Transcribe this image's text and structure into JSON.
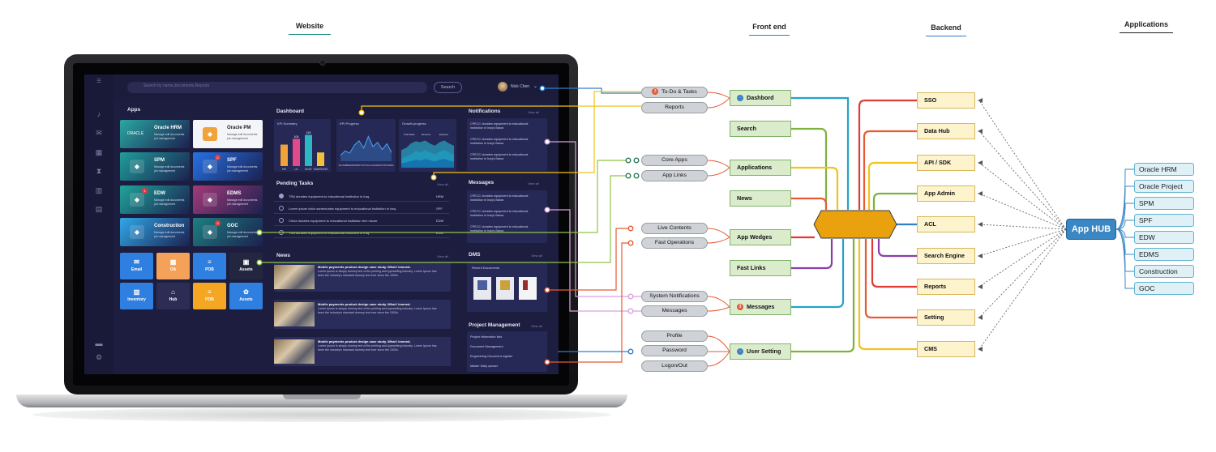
{
  "headers": {
    "website": "Website",
    "frontend": "Front end",
    "backend": "Backend",
    "applications": "Applications"
  },
  "colors": {
    "green": "#8fc34b",
    "yellow": "#f2c318",
    "orange": "#e85a33",
    "red": "#e03a35",
    "blue": "#2e7fc7",
    "purple": "#8a3fa8",
    "pink": "#d9a1e0",
    "cyan": "#27a3c7",
    "hub": "#3a87c4"
  },
  "screen": {
    "search_placeholder": "Search by name,documents,Reports",
    "search_button": "Search",
    "user_name": "Nick Chen",
    "apps_title": "Apps",
    "apps": [
      {
        "name": "Oracle HRM",
        "logo_text": "ORACLE",
        "desc": "Manage edit documents job management",
        "color": "#2aa7a1",
        "badge": ""
      },
      {
        "name": "Oracle PM",
        "logo_text": "",
        "desc": "Manage edit documents job management",
        "color": "#e7e8ee",
        "badge": ""
      },
      {
        "name": "SPM",
        "logo_text": "",
        "desc": "Manage edit documents job management",
        "color": "#1f9e9a",
        "badge": ""
      },
      {
        "name": "SPF",
        "logo_text": "",
        "desc": "Manage edit documents job management",
        "color": "#2572e6",
        "badge": "2"
      },
      {
        "name": "EDW",
        "logo_text": "",
        "desc": "Manage edit documents job management",
        "color": "#1fa49a",
        "badge": "1"
      },
      {
        "name": "EDMS",
        "logo_text": "",
        "desc": "Manage edit documents job management",
        "color": "#a43a7a",
        "badge": ""
      },
      {
        "name": "Construction",
        "logo_text": "",
        "desc": "Manage edit documents job management",
        "color": "#2fa8e8",
        "badge": ""
      },
      {
        "name": "GOC",
        "logo_text": "",
        "desc": "Manage edit documents job management",
        "color": "#1d7f80",
        "badge": "3"
      }
    ],
    "squares": [
      {
        "label": "Email",
        "color": "#2f7fe0"
      },
      {
        "label": "OA",
        "color": "#f4a25a"
      },
      {
        "label": "POB",
        "color": "#2f7fe0"
      },
      {
        "label": "Assets",
        "color": "#23263f"
      },
      {
        "label": "Inventory",
        "color": "#2f7fe0"
      },
      {
        "label": "Hub",
        "color": "#2b2d55"
      },
      {
        "label": "POB",
        "color": "#f5a623"
      },
      {
        "label": "Assets",
        "color": "#2f7fe0"
      }
    ],
    "dashboard": {
      "title": "Dashboard",
      "kpi_summary": "KPI Summary",
      "kpi_progress": "KPI Progress",
      "growth_progress": "Growth progress"
    },
    "pending": {
      "title": "Pending Tasks",
      "view_all": "View all",
      "rows": [
        {
          "text": "TRA donates equipment to educational institution in Iraq.",
          "tag": "HRM"
        },
        {
          "text": "Lorem ipsum dolor santeonales equipment to educational institution in Iraq.",
          "tag": "SPF"
        },
        {
          "text": "China donates equipment to educational institution tem nisuer.",
          "tag": "EDW"
        },
        {
          "text": "TRA donates equipment to educational institution in Iraq.",
          "tag": "EDM"
        }
      ]
    },
    "news": {
      "title": "News",
      "view_all": "View all",
      "items": [
        {
          "title": "Mobile payments product design case study. What I learned.",
          "desc": "Lorem Ipsum is simply dummy text of the printing and typesetting industry. Lorem Ipsum has been the industry's standard dummy text ever since the 1500s."
        },
        {
          "title": "Mobile payments product design case study. What I learned.",
          "desc": "Lorem Ipsum is simply dummy text of the printing and typesetting industry. Lorem Ipsum has been the industry's standard dummy text ever since the 1500s."
        },
        {
          "title": "Mobile payments product design case study. What I learned.",
          "desc": "Lorem Ipsum is simply dummy text of the printing and typesetting industry. Lorem Ipsum has been the industry's standard dummy text ever since the 1500s."
        }
      ]
    },
    "notifications": {
      "title": "Notifications",
      "view_all": "View all",
      "items": [
        "CPECC donates equipment to educational institution in Iraq's Basra",
        "CPECC donates equipment to educational institution in Iraq's Basra",
        "CPECC donates equipment to educational institution in Iraq's Basra"
      ]
    },
    "messages": {
      "title": "Messages",
      "view_all": "View all",
      "items": [
        "CPECC donates equipment to educational institution in Iraq's Basra",
        "CPECC donates equipment to educational institution in Iraq's Basra",
        "CPECC donates equipment to educational institution in Iraq's Basra"
      ]
    },
    "dms": {
      "title": "DMS",
      "view_all": "View all",
      "recent": "Recent Documents"
    },
    "pm": {
      "title": "Project Management",
      "view_all": "View all",
      "items": [
        "Project information lists",
        "Document Management",
        "Engineering Document register",
        "Master Daily upload"
      ]
    }
  },
  "pills": {
    "todo": "To-Do & Tasks",
    "todo_badge": "3",
    "reports": "Reports",
    "core_apps": "Core Apps",
    "app_links": "App Links",
    "live_contents": "Live Contents",
    "fast_operations": "Fast Operations",
    "system_notifications": "System Notifications",
    "messages": "Messages",
    "profile": "Profile",
    "password": "Password",
    "logout": "Logon/Out"
  },
  "frontend": {
    "dashboard": "Dashbord",
    "search": "Search",
    "applications": "Applications",
    "news": "News",
    "app_wedges": "App Wedges",
    "fast_links": "Fast Links",
    "messages": "Messages",
    "messages_badge": "3",
    "user_setting": "User Setting"
  },
  "backend": [
    "SSO",
    "Data Hub",
    "API / SDK",
    "App Admin",
    "ACL",
    "Search Engine",
    "Reports",
    "Setting",
    "CMS"
  ],
  "app_hub": "App HUB",
  "applications": [
    "Oracle HRM",
    "Oracle Project",
    "SPM",
    "SPF",
    "EDW",
    "EDMS",
    "Construction",
    "GOC"
  ],
  "chart_data": [
    {
      "type": "bar",
      "title": "KPI Summary",
      "categories": [
        "HR",
        "UL",
        "ADAT",
        "SAMSUNG"
      ],
      "series": [
        {
          "name": "",
          "values": [
            82,
            104,
            119,
            52
          ]
        }
      ],
      "data_labels": [
        "",
        "104",
        "119",
        ""
      ]
    },
    {
      "type": "line",
      "title": "KPI Progress",
      "categories": [
        "JAN",
        "FEB",
        "MAR",
        "APR",
        "MAY",
        "JUN",
        "JUL",
        "AUG",
        "SEP",
        "OCT",
        "NOV",
        "DEC"
      ],
      "series": [
        {
          "name": "",
          "values": [
            20,
            35,
            28,
            55,
            70,
            45,
            85,
            50,
            65,
            40,
            60,
            30
          ]
        }
      ]
    },
    {
      "type": "area",
      "title": "Growth progress",
      "series": [
        {
          "name": "Total Sales",
          "values": [
            40,
            45,
            55,
            60,
            58,
            62,
            55,
            50,
            58,
            62,
            55,
            50
          ]
        },
        {
          "name": "Revenue",
          "values": [
            20,
            25,
            30,
            38,
            35,
            40,
            35,
            30,
            36,
            40,
            34,
            30
          ]
        },
        {
          "name": "Expense",
          "values": [
            10,
            12,
            15,
            18,
            16,
            20,
            17,
            14,
            18,
            20,
            16,
            14
          ]
        }
      ]
    }
  ]
}
